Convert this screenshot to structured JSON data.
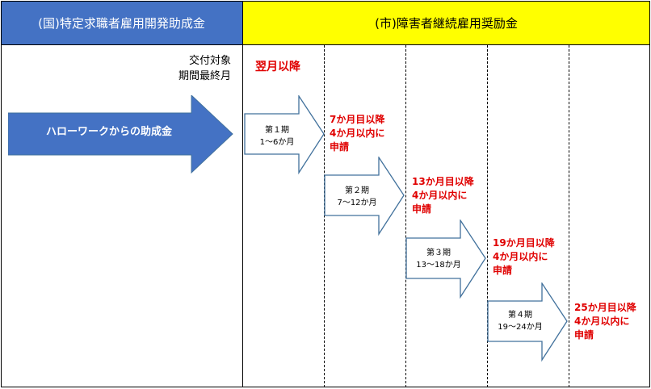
{
  "header": {
    "left_title": "(国)特定求職者雇用開発助成金",
    "right_title": "(市)障害者継続雇用奨励金"
  },
  "left": {
    "koufu_line1": "交付対象",
    "koufu_line2": "期間最終月",
    "big_arrow_label": "ハローワークからの助成金"
  },
  "right": {
    "next_month": "翌月以降",
    "periods": [
      {
        "name": "第１期",
        "range": "1～6か月"
      },
      {
        "name": "第２期",
        "range": "7～12か月"
      },
      {
        "name": "第３期",
        "range": "13～18か月"
      },
      {
        "name": "第４期",
        "range": "19～24か月"
      }
    ],
    "notes": [
      {
        "line1": "7か月目以降",
        "line2": "4か月以内に",
        "line3": "申請"
      },
      {
        "line1": "13か月目以降",
        "line2": "4か月以内に",
        "line3": "申請"
      },
      {
        "line1": "19か月目以降",
        "line2": "4か月以内に",
        "line3": "申請"
      },
      {
        "line1": "25か月目以降",
        "line2": "4か月以内に",
        "line3": "申請"
      }
    ]
  },
  "colors": {
    "header_left_bg": "#4472c4",
    "header_right_bg": "#ffff00",
    "note_red": "#e00000",
    "arrow_blue": "#4472c4",
    "arrow_outline": "#41719c"
  }
}
